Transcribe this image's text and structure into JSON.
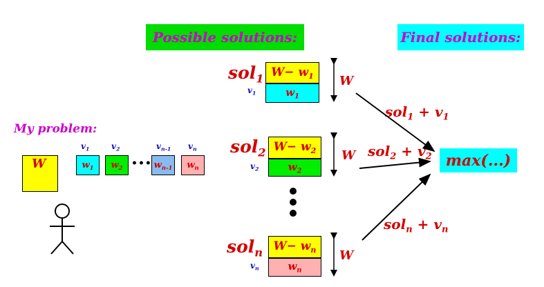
{
  "headers": {
    "possible": "Possible solutions:",
    "final": "Final solutions:"
  },
  "problem": {
    "title": "My problem:",
    "capacity": "W",
    "items": [
      {
        "v_base": "v",
        "v_sub": "1",
        "w_base": "w",
        "w_sub": "1",
        "color": "#00ffff"
      },
      {
        "v_base": "v",
        "v_sub": "2",
        "w_base": "w",
        "w_sub": "2",
        "color": "#00ee00"
      },
      {
        "v_base": "v",
        "v_sub": "n-1",
        "w_base": "w",
        "w_sub": "n-1",
        "color": "#88bbee"
      },
      {
        "v_base": "v",
        "v_sub": "n",
        "w_base": "w",
        "w_sub": "n",
        "color": "#ffb0b0"
      }
    ],
    "ellipsis": "•••"
  },
  "solutions": [
    {
      "sol_base": "sol",
      "sol_sub": "1",
      "top_base": "W− w",
      "top_sub": "1",
      "v_base": "v",
      "v_sub": "1",
      "item_base": "w",
      "item_sub": "1",
      "item_color": "#00ffff",
      "width_label": "W",
      "sum": {
        "a": "sol",
        "a_sub": "1",
        "op": " + ",
        "b": "v",
        "b_sub": "1"
      }
    },
    {
      "sol_base": "sol",
      "sol_sub": "2",
      "top_base": "W− w",
      "top_sub": "2",
      "v_base": "v",
      "v_sub": "2",
      "item_base": "w",
      "item_sub": "2",
      "item_color": "#00ee00",
      "width_label": "W",
      "sum": {
        "a": "sol",
        "a_sub": "2",
        "op": " + ",
        "b": "v",
        "b_sub": "2"
      }
    },
    {
      "sol_base": "sol",
      "sol_sub": "n",
      "top_base": "W− w",
      "top_sub": "n",
      "v_base": "v",
      "v_sub": "n",
      "item_base": "w",
      "item_sub": "n",
      "item_color": "#ffb0b0",
      "width_label": "W",
      "sum": {
        "a": "sol",
        "a_sub": "n",
        "op": " + ",
        "b": "v",
        "b_sub": "n"
      }
    }
  ],
  "vertical_ellipsis": "⋮",
  "result": "max(...)",
  "colors": {
    "red": "#d40000",
    "magenta": "#cc00cc",
    "blue": "#1010c0",
    "yellow": "#ffff00",
    "green": "#00dd00",
    "cyan": "#00ffff"
  }
}
